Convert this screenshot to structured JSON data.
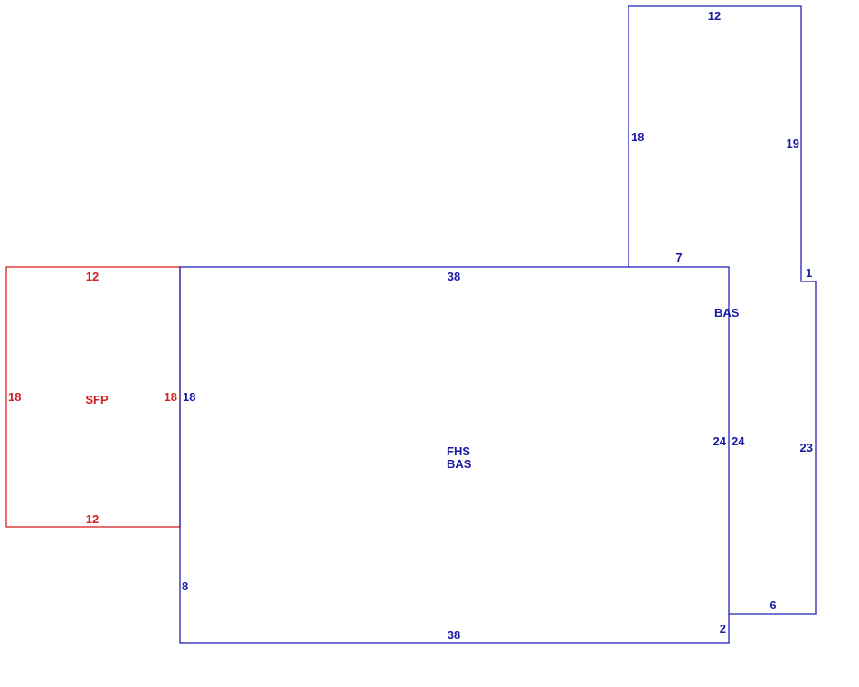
{
  "colors": {
    "living_area": "#2222b8",
    "porch": "#d42020"
  },
  "areas": {
    "sfp": {
      "code": "SFP",
      "top": "12",
      "bottom": "12",
      "left": "18",
      "right": "18"
    },
    "main": {
      "code_1": "FHS",
      "code_2": "BAS",
      "top": "38",
      "bottom": "38",
      "left_upper": "18",
      "left_lower": "8",
      "right_inner": "24",
      "right_bottom": "2"
    },
    "wing": {
      "code": "BAS",
      "top": "12",
      "left": "18",
      "right_upper": "19",
      "step": "1",
      "right_lower": "23",
      "bottom": "6",
      "inner_top": "7",
      "inner_left": "24"
    }
  }
}
